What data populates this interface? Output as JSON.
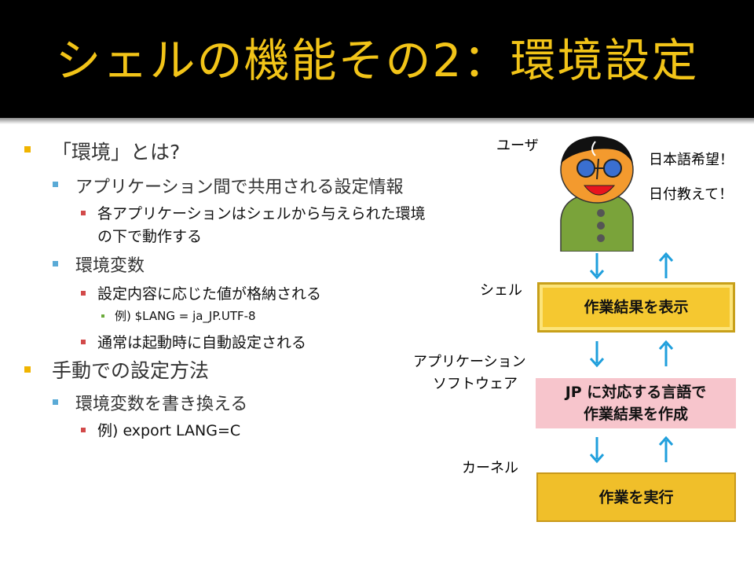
{
  "title": "シェルの機能その2：環境設定",
  "bullets": [
    {
      "level": 1,
      "text": "「環境」とは?"
    },
    {
      "level": 2,
      "text": "アプリケーション間で共用される設定情報"
    },
    {
      "level": 3,
      "text": "各アプリケーションはシェルから与えられた環境"
    },
    {
      "level": 3,
      "text": "の下で動作する",
      "continuation": true
    },
    {
      "level": 2,
      "text": "環境変数"
    },
    {
      "level": 3,
      "text": "設定内容に応じた値が格納される"
    },
    {
      "level": 4,
      "text": "例) $LANG = ja_JP.UTF-8"
    },
    {
      "level": 3,
      "text": "通常は起動時に自動設定される"
    },
    {
      "level": 1,
      "text": "手動での設定方法"
    },
    {
      "level": 2,
      "text": "環境変数を書き換える"
    },
    {
      "level": 3,
      "text": "例) export LANG=C"
    }
  ],
  "diagram": {
    "user_label": "ユーザ",
    "speech": [
      "日本語希望！",
      "日付教えて！"
    ],
    "shell_label": "シェル",
    "app_label_line1": "アプリケーション",
    "app_label_line2": "ソフトウェア",
    "kernel_label": "カーネル",
    "shell_box": "作業結果を表示",
    "app_box_line1": "JP に対応する言語で",
    "app_box_line2": "作業結果を作成",
    "kernel_box": "作業を実行"
  },
  "colors": {
    "title": "#f2c418",
    "bullet_l1": "#f0b400",
    "bullet_l2": "#5aaad6",
    "bullet_l3": "#d24a4a",
    "bullet_l4": "#6aaa3a",
    "arrow": "#1f9fdc",
    "box_yellow": "#f0bf2a",
    "box_pink": "#f7c5cc"
  }
}
